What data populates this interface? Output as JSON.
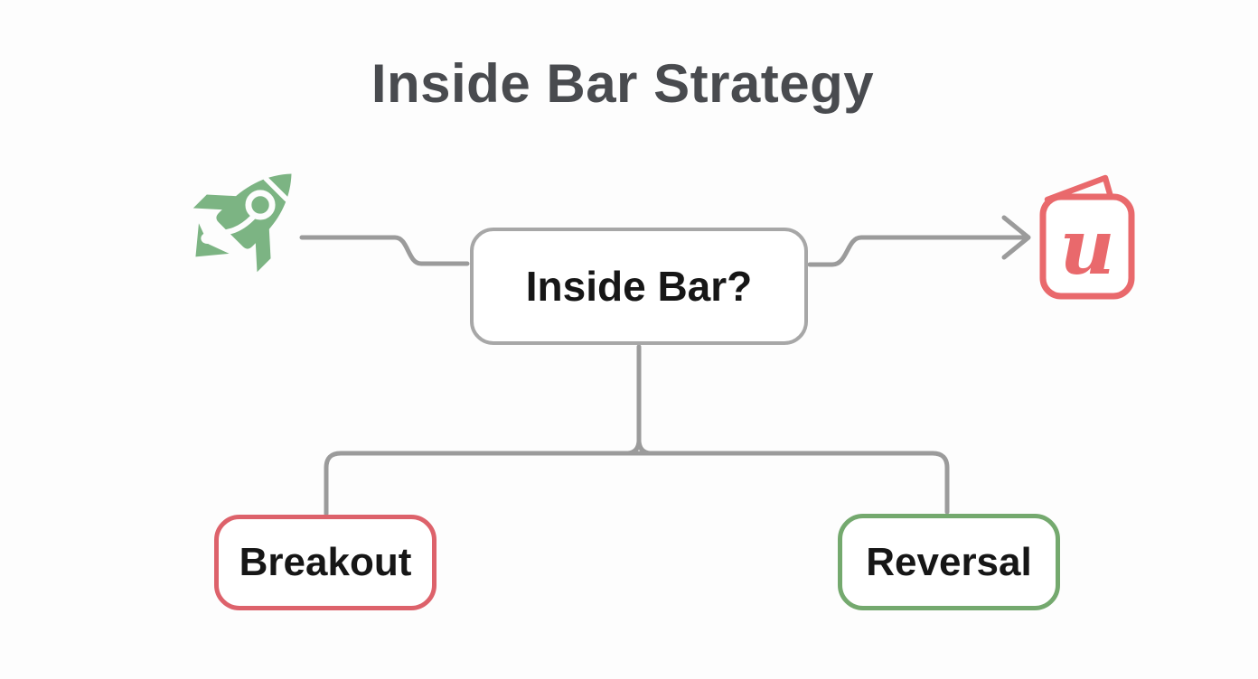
{
  "title": "Inside Bar Strategy",
  "diagram": {
    "type": "flowchart",
    "nodes": {
      "decision": {
        "label": "Inside Bar?"
      },
      "breakout": {
        "label": "Breakout",
        "border_color": "#dd626b"
      },
      "reversal": {
        "label": "Reversal",
        "border_color": "#74a96e"
      }
    },
    "icons": {
      "rocket": {
        "name": "rocket-icon",
        "color": "#7cb483"
      },
      "card": {
        "name": "course-card-u-icon",
        "color": "#e9696c",
        "letter": "u"
      }
    },
    "edges": [
      {
        "from": "rocket-icon",
        "to": "decision",
        "style": "plain-line"
      },
      {
        "from": "decision",
        "to": "course-card-u-icon",
        "style": "arrow"
      },
      {
        "from": "decision",
        "to": "breakout",
        "style": "plain-line"
      },
      {
        "from": "decision",
        "to": "reversal",
        "style": "plain-line"
      }
    ],
    "colors": {
      "background": "#fdfdfd",
      "connector": "#9b9b9b",
      "decision_border": "#a7a7a7",
      "node_text": "#161616",
      "title_text": "#494b4f",
      "red_accent": "#e0626b",
      "green_accent": "#74a96e"
    }
  }
}
